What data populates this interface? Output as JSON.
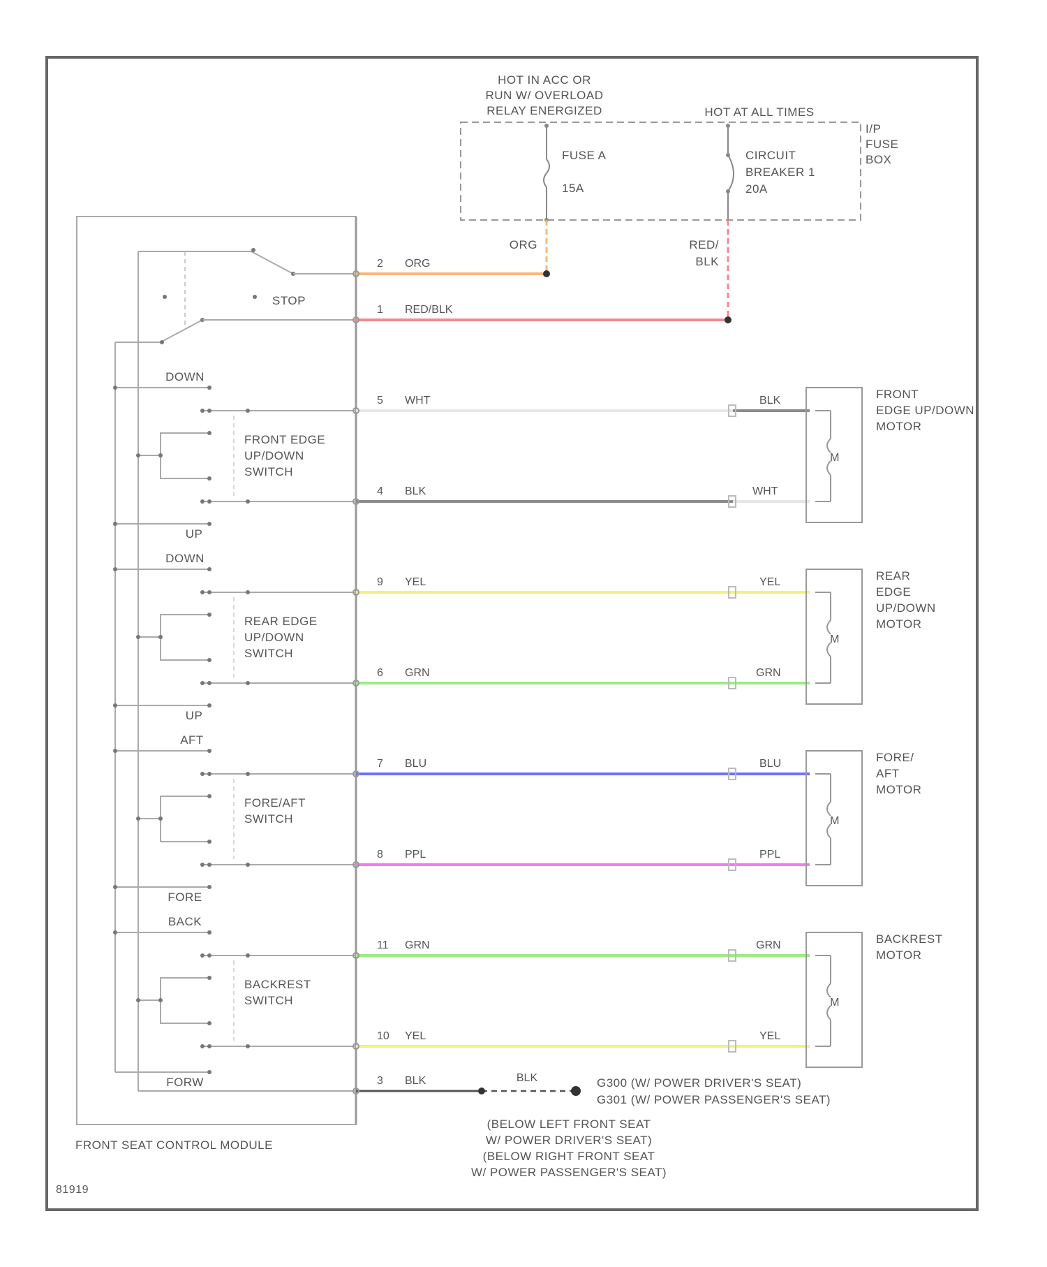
{
  "colors": {
    "ORG": "#f5b97a",
    "RED_BLK": "#f08a90",
    "WHT": "#e6e6e6",
    "BLK": "#8c8c8c",
    "YEL": "#f2f27a",
    "GRN": "#9aec85",
    "BLU": "#6f73f5",
    "PPL": "#f07cf0"
  },
  "hot_acc": [
    "HOT IN ACC OR",
    "RUN W/ OVERLOAD",
    "RELAY ENERGIZED"
  ],
  "hot_all": "HOT AT ALL TIMES",
  "fuse_box": [
    "I/P",
    "FUSE",
    "BOX"
  ],
  "fuse": [
    "FUSE A",
    "15A"
  ],
  "breaker": [
    "CIRCUIT",
    "BREAKER 1",
    "20A"
  ],
  "org_wire": "ORG",
  "redblk_wire": [
    "RED/",
    "BLK"
  ],
  "stop": "STOP",
  "conn": {
    "c2": {
      "pin": "2",
      "color": "ORG"
    },
    "c1": {
      "pin": "1",
      "color": "RED/BLK"
    },
    "c5": {
      "pin": "5",
      "color": "WHT"
    },
    "c4": {
      "pin": "4",
      "color": "BLK"
    },
    "c9": {
      "pin": "9",
      "color": "YEL"
    },
    "c6": {
      "pin": "6",
      "color": "GRN"
    },
    "c7": {
      "pin": "7",
      "color": "BLU"
    },
    "c8": {
      "pin": "8",
      "color": "PPL"
    },
    "c11": {
      "pin": "11",
      "color": "GRN"
    },
    "c10": {
      "pin": "10",
      "color": "YEL"
    },
    "c3": {
      "pin": "3",
      "color": "BLK"
    }
  },
  "motor_wires": {
    "m1a": "BLK",
    "m1b": "WHT",
    "m2a": "YEL",
    "m2b": "GRN",
    "m3a": "BLU",
    "m3b": "PPL",
    "m4a": "GRN",
    "m4b": "YEL"
  },
  "motor_m": "M",
  "motors": {
    "front_edge": [
      "FRONT",
      "EDGE UP/DOWN",
      "MOTOR"
    ],
    "rear_edge": [
      "REAR",
      "EDGE",
      "UP/DOWN",
      "MOTOR"
    ],
    "fore_aft": [
      "FORE/",
      "AFT",
      "MOTOR"
    ],
    "backrest": [
      "BACKREST",
      "MOTOR"
    ]
  },
  "switches": {
    "front_edge": [
      "FRONT EDGE",
      "UP/DOWN",
      "SWITCH"
    ],
    "rear_edge": [
      "REAR EDGE",
      "UP/DOWN",
      "SWITCH"
    ],
    "fore_aft": [
      "FORE/AFT",
      "SWITCH"
    ],
    "backrest": [
      "BACKREST",
      "SWITCH"
    ]
  },
  "sw_labels": {
    "down1": "DOWN",
    "up1": "UP",
    "down2": "DOWN",
    "up2": "UP",
    "aft": "AFT",
    "fore": "FORE",
    "back": "BACK",
    "forw": "FORW"
  },
  "ground_wire": "BLK",
  "ground_ids": [
    "G300  (W/ POWER DRIVER'S SEAT)",
    "G301  (W/ POWER PASSENGER'S SEAT)"
  ],
  "ground_loc": [
    "(BELOW LEFT FRONT SEAT",
    "W/ POWER DRIVER'S SEAT)",
    "(BELOW RIGHT FRONT SEAT",
    "W/ POWER PASSENGER'S SEAT)"
  ],
  "module_label": "FRONT SEAT CONTROL MODULE",
  "diagram_id": "81919"
}
